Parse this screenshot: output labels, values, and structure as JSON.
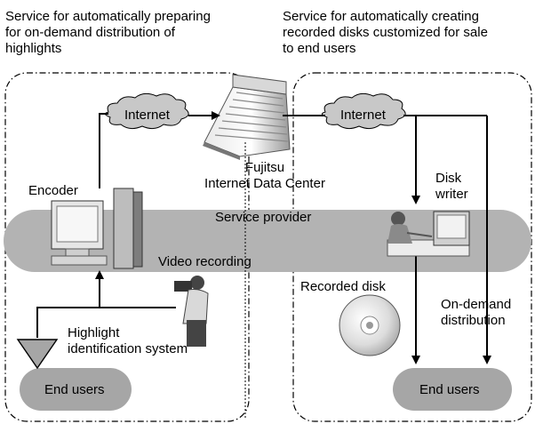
{
  "captions": {
    "left": "Service for automatically preparing\nfor on-demand distribution of\nhighlights",
    "right": "Service for automatically creating\nrecorded disks customized for sale\nto end users"
  },
  "labels": {
    "internet_left": "Internet",
    "internet_right": "Internet",
    "data_center": "Fujitsu\nInternet Data Center",
    "encoder": "Encoder",
    "disk_writer": "Disk\nwriter",
    "service_provider": "Service provider",
    "video_recording": "Video recording",
    "recorded_disk": "Recorded disk",
    "on_demand": "On-demand\ndistribution",
    "highlight_system": "Highlight\nidentification system",
    "end_users_left": "End users",
    "end_users_right": "End users"
  },
  "colors": {
    "band": "#b3b3b3",
    "end_users_pill": "#a6a6a6",
    "cloud": "#c8c8c8",
    "line": "#000000"
  }
}
